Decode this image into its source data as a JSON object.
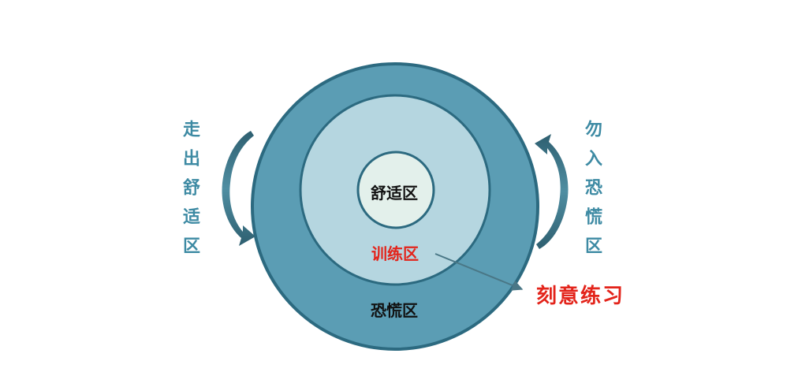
{
  "zones": {
    "comfort": "舒适区",
    "training": "训练区",
    "panic": "恐慌区"
  },
  "callout": "刻意练习",
  "side_text": {
    "left": "走出舒适区",
    "right": "勿入恐慌区"
  },
  "colors": {
    "panic_fill": "#5b9db4",
    "panic_outline": "#2c6a80",
    "training_fill": "#b5d6e0",
    "comfort_fill": "#e3f0eb",
    "arrow": "#3f7a8f",
    "highlight_text": "#e3241b"
  }
}
